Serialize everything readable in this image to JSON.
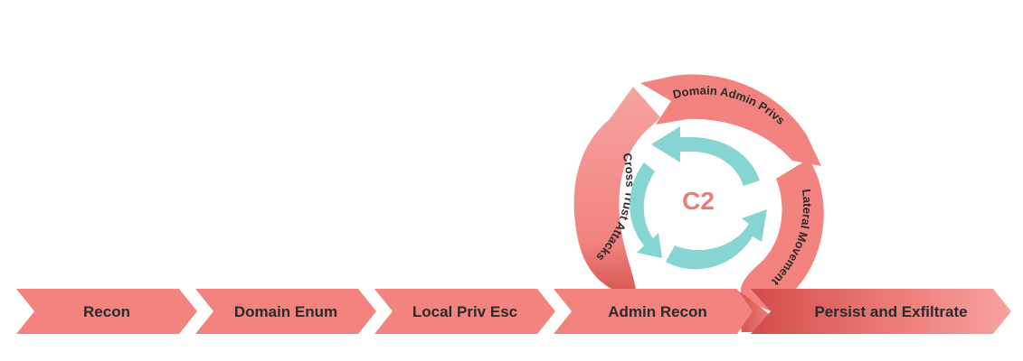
{
  "diagram": {
    "stages": [
      "Recon",
      "Domain Enum",
      "Local Priv Esc",
      "Admin Recon",
      "Persist and Exfiltrate"
    ],
    "loop_stages": {
      "top": "Domain Admin Privs",
      "right": "Lateral Movement",
      "left": "Cross Trust Attacks"
    },
    "center": "C2"
  },
  "colors": {
    "salmon": "#f2837f",
    "salmon_light": "#f6a3a0",
    "salmon_dark": "#cf4a48",
    "teal": "#86d5d2",
    "center_text": "#f07a76",
    "label_text": "#2b2b2b"
  }
}
